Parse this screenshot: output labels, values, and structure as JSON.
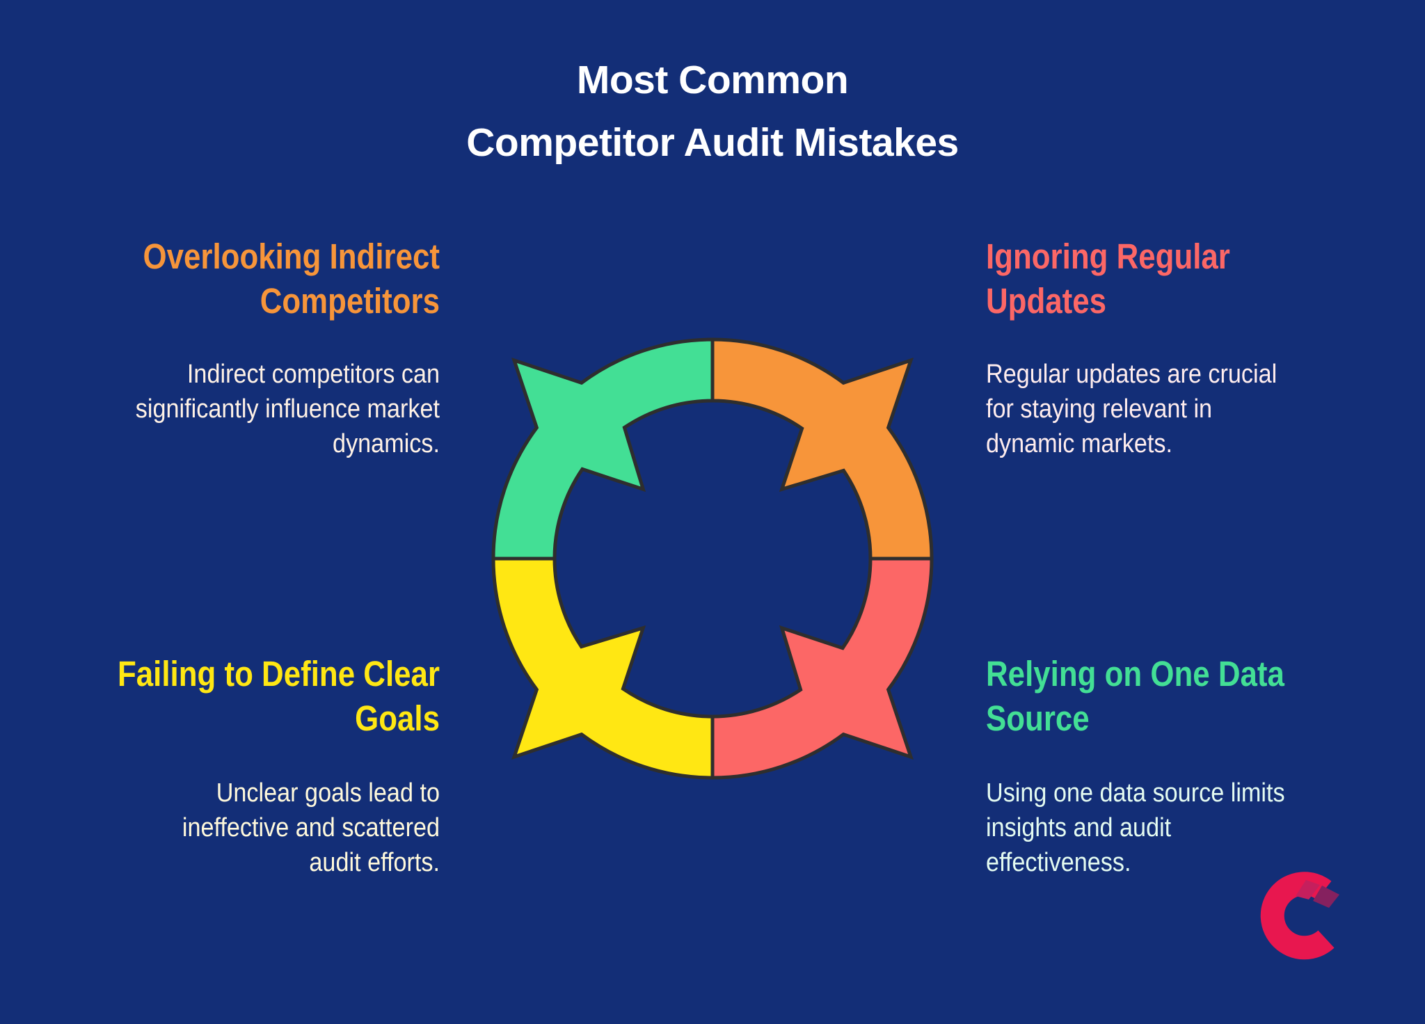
{
  "title": {
    "line1": "Most Common",
    "line2": "Competitor Audit Mistakes"
  },
  "colors": {
    "background": "#132E77",
    "title": "#FFFFFF",
    "outline": "#2E2E2E"
  },
  "items": {
    "top_left": {
      "heading": [
        "Overlooking Indirect",
        "Competitors"
      ],
      "body": [
        "Indirect competitors can",
        "significantly influence market",
        "dynamics."
      ],
      "heading_color": "#F7953A",
      "body_color": "#FFF2E6"
    },
    "top_right": {
      "heading": [
        "Ignoring Regular",
        "Updates"
      ],
      "body": [
        "Regular updates are crucial",
        "for staying relevant in",
        "dynamic markets."
      ],
      "heading_color": "#FC6766",
      "body_color": "#FFEDEE"
    },
    "bottom_left": {
      "heading": [
        "Failing to Define Clear",
        "Goals"
      ],
      "body": [
        "Unclear goals lead to",
        "ineffective and scattered",
        "audit efforts."
      ],
      "heading_color": "#FFE713",
      "body_color": "#FFF9DC"
    },
    "bottom_right": {
      "heading": [
        "Relying on One Data",
        "Source"
      ],
      "body": [
        "Using one data source limits",
        "insights and audit",
        "effectiveness."
      ],
      "heading_color": "#43DF95",
      "body_color": "#E4FBF1"
    }
  },
  "ring": {
    "segments": [
      {
        "position": "top-left",
        "color": "#43DF95"
      },
      {
        "position": "top-right",
        "color": "#F7953A"
      },
      {
        "position": "bottom-right",
        "color": "#FC6766"
      },
      {
        "position": "bottom-left",
        "color": "#FFE713"
      }
    ]
  },
  "logo": {
    "name": "c-logo-icon",
    "primary_color": "#E8174F",
    "stripe1_color": "#C51F5D",
    "stripe2_color": "#85215F"
  }
}
